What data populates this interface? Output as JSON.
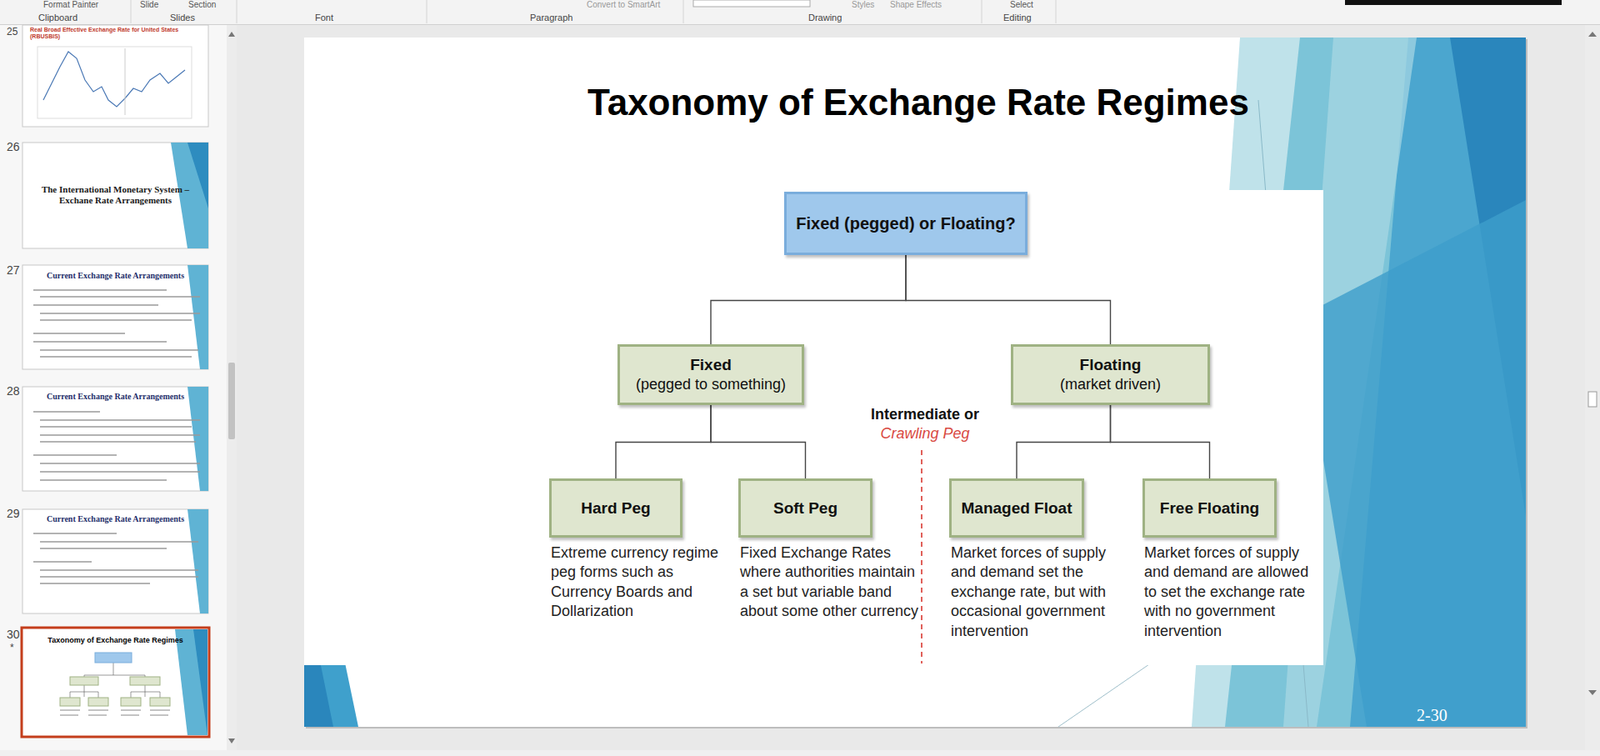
{
  "diagram": {
    "title": "Taxonomy of Exchange Rate Regimes",
    "nodes": [
      {
        "text": [
          "Fixed (pegged) or Floating?"
        ]
      },
      {
        "text": [
          "Fixed",
          "(pegged to something)"
        ]
      },
      {
        "text": [
          "Floating",
          "(market driven)"
        ]
      },
      {
        "text": [
          "Hard Peg",
          "Extreme currency regime peg forms such as Currency Boards and Dollarization"
        ]
      },
      {
        "text": [
          "Soft Peg",
          "Fixed Exchange Rates where authorities maintain a set but variable band about some other currency"
        ]
      },
      {
        "text": [
          "Managed Float",
          "Market forces of supply and demand set the exchange rate, but with occasional government intervention"
        ]
      },
      {
        "text": [
          "Free Floating",
          "Market forces of supply and demand are allowed to set the exchange rate with no government intervention"
        ]
      }
    ],
    "edges": [
      {
        "from": 0,
        "to": 1,
        "arrow": "none"
      },
      {
        "from": 0,
        "to": 2,
        "arrow": "none"
      },
      {
        "from": 1,
        "to": 3,
        "arrow": "none"
      },
      {
        "from": 1,
        "to": 4,
        "arrow": "none"
      },
      {
        "from": 2,
        "to": 5,
        "arrow": "none"
      },
      {
        "from": 2,
        "to": 6,
        "arrow": "none"
      }
    ],
    "labels": [
      "Format Painter",
      "Slide",
      "Section",
      "Convert to SmartArt",
      "Styles",
      "Shape Effects",
      "Select",
      "Clipboard",
      "Slides",
      "Font",
      "Paragraph",
      "Drawing",
      "Editing",
      "25",
      "Real Broad Effective Exchange Rate for United States (RBUSBIS)",
      "26",
      "The International Monetary System –Exchane Rate Arrangements",
      "27",
      "Current Exchange Rate Arrangements",
      "28",
      "Current Exchange Rate Arrangements",
      "29",
      "Current Exchange Rate Arrangements",
      "30",
      "*",
      "Taxonomy of Exchange Rate Regimes",
      "Intermediate or",
      "Crawling Peg",
      "2-30"
    ]
  }
}
